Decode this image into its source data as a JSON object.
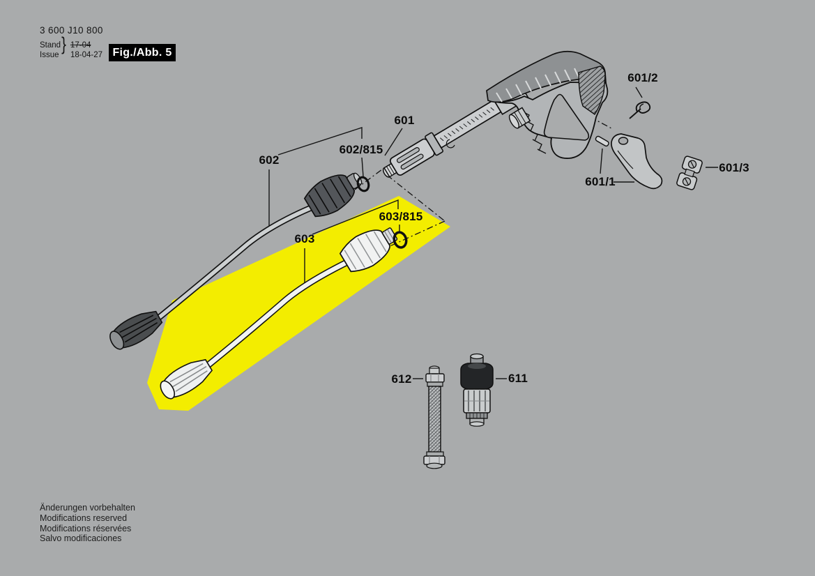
{
  "doc": {
    "product_number": "3 600 J10 800",
    "revision": {
      "stand_label": "Stand",
      "issue_label": "Issue",
      "brace": "}",
      "stand_value": "17-04",
      "issue_value": "18-04-27"
    },
    "figure_label": "Fig./Abb. 5",
    "footer_lines": [
      "Änderungen vorbehalten",
      "Modifications reserved",
      "Modifications réservées",
      "Salvo modificaciones"
    ]
  },
  "colors": {
    "background": "#a9abac",
    "highlight_yellow": "#f3ed00",
    "line_black": "#141414",
    "fig_box_bg": "#000000",
    "fig_box_text": "#ffffff"
  },
  "parts": {
    "gun": {
      "id": "601"
    },
    "trigger": {
      "id": "601/1"
    },
    "spring": {
      "id": "601/2"
    },
    "clamp": {
      "id": "601/3"
    },
    "lance_602": {
      "id": "602"
    },
    "oring_602": {
      "id": "602/815"
    },
    "lance_603": {
      "id": "603"
    },
    "oring_603": {
      "id": "603/815"
    },
    "filter": {
      "id": "611"
    },
    "hose": {
      "id": "612"
    }
  }
}
